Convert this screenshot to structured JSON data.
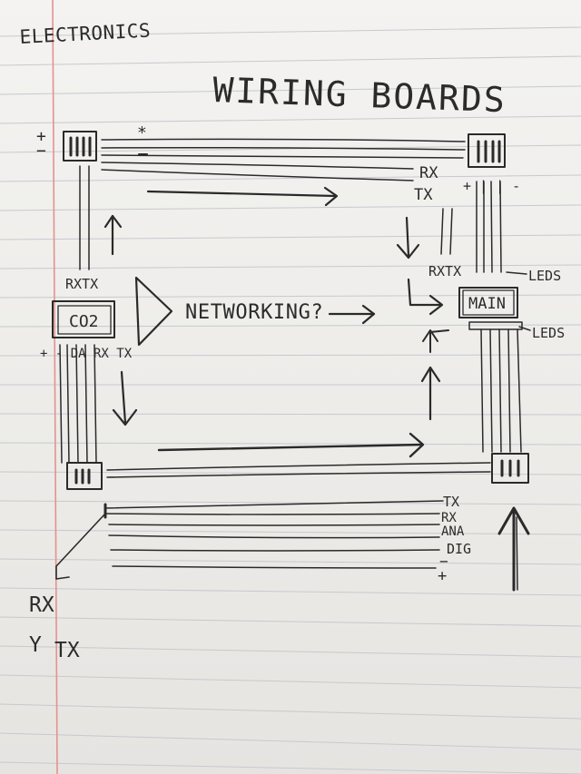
{
  "notebook": {
    "subject_heading": "ELECTRONICS",
    "title": "WIRING BOARDS"
  },
  "boards": {
    "co2": {
      "label": "CO2"
    },
    "main": {
      "label": "MAIN"
    }
  },
  "labels": {
    "top_plus": "+",
    "top_minus": "−",
    "top_star": "*",
    "top_rx": "RX",
    "top_tx": "TX",
    "co2_rxtx": "RXTX",
    "co2_pins": "+ - DA RX TX",
    "networking": "NETWORKING?",
    "main_rxtx": "RXTX",
    "main_pins": "+ | | -",
    "leds_top": "LEDS",
    "leds_bottom": "LEDS",
    "bottom_tx": "TX",
    "bottom_rx": "RX",
    "bottom_ana": "ANA",
    "bottom_dig": "DIG",
    "bottom_minus": "−",
    "bottom_plus": "+",
    "corner_rx": "RX",
    "corner_tx": "TX",
    "corner_y": "Y"
  }
}
